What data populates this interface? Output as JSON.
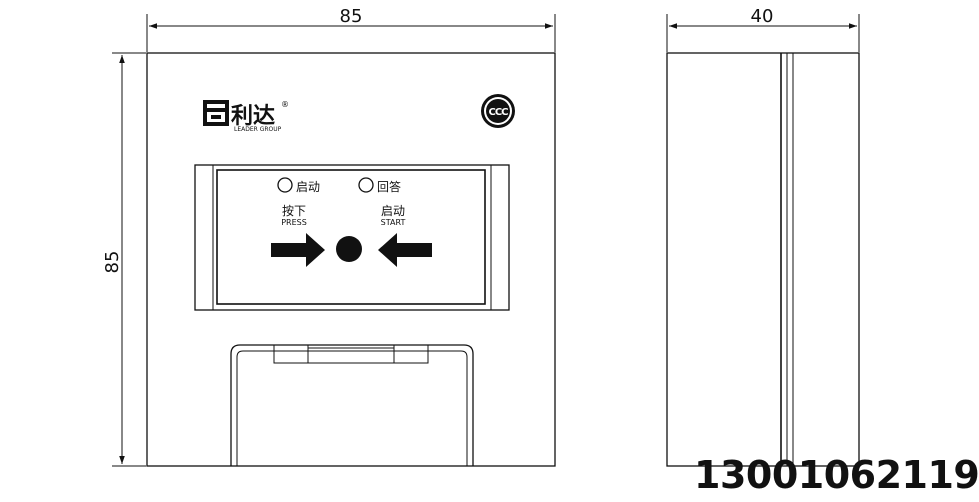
{
  "dimensions": {
    "front_width": "85",
    "front_height": "85",
    "side_depth": "40"
  },
  "brand": {
    "logo_chars": "利达",
    "registered_mark": "®",
    "logo_subtitle": "LEADER  GROUP"
  },
  "certification_mark": "CCC",
  "indicators": {
    "start_label": "启动",
    "answer_label": "回答"
  },
  "press_panel": {
    "left_cn": "按下",
    "left_en": "PRESS",
    "right_cn": "启动",
    "right_en": "START"
  },
  "contact_phone": "13001062119"
}
